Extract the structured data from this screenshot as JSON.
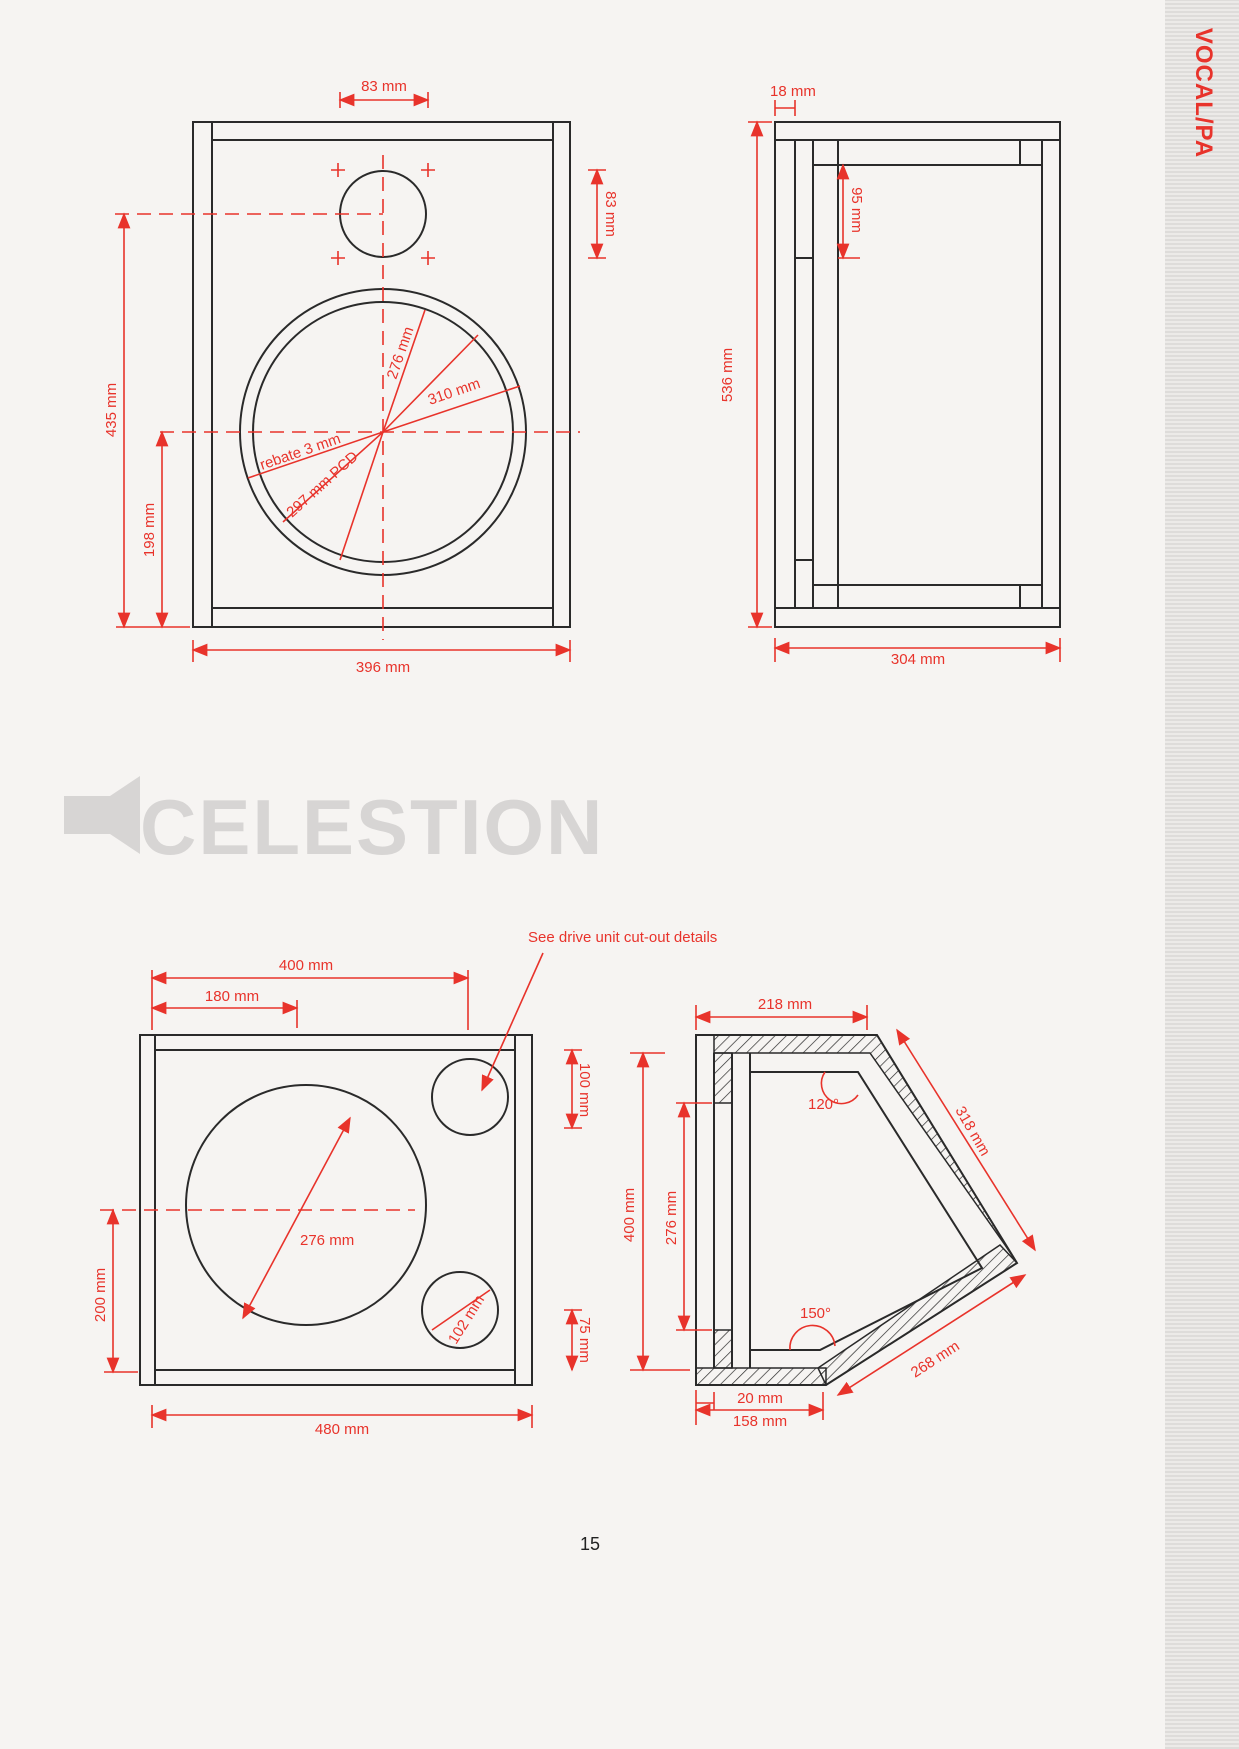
{
  "section_tab": "VOCAL/PA",
  "page_number": "15",
  "logo_text": "CELESTION",
  "colors": {
    "annotation": "#e8332b",
    "line": "#2a2a2a",
    "logo": "#d7d5d4"
  },
  "front_view_1": {
    "tweeter_width": "83 mm",
    "tweeter_height": "83 mm",
    "tweeter_center_height": "435 mm",
    "woofer_center_height": "198 mm",
    "width": "396 mm",
    "cutout_dia": "276 mm",
    "outer_dia": "310 mm",
    "rebate": "rebate 3 mm",
    "pcd": "297 mm PCD"
  },
  "side_view_1": {
    "panel_thickness": "18 mm",
    "tweeter_opening": "95 mm",
    "height": "536 mm",
    "depth": "304 mm"
  },
  "front_view_2": {
    "note": "See drive unit cut-out details",
    "tweeter_offset": "400 mm",
    "woofer_offset": "180 mm",
    "width": "480 mm",
    "woofer_height": "200 mm",
    "top_unit_offset": "100 mm",
    "bottom_unit_offset": "75 mm",
    "woofer_dia": "276 mm",
    "horn_dia": "102 mm"
  },
  "side_view_2": {
    "top_depth": "218 mm",
    "slant_top": "318 mm",
    "height": "400 mm",
    "baffle_height": "276 mm",
    "angle_top": "120°",
    "angle_bottom": "150°",
    "base_inset": "20 mm",
    "base_depth": "158 mm",
    "slant_bottom": "268 mm"
  }
}
